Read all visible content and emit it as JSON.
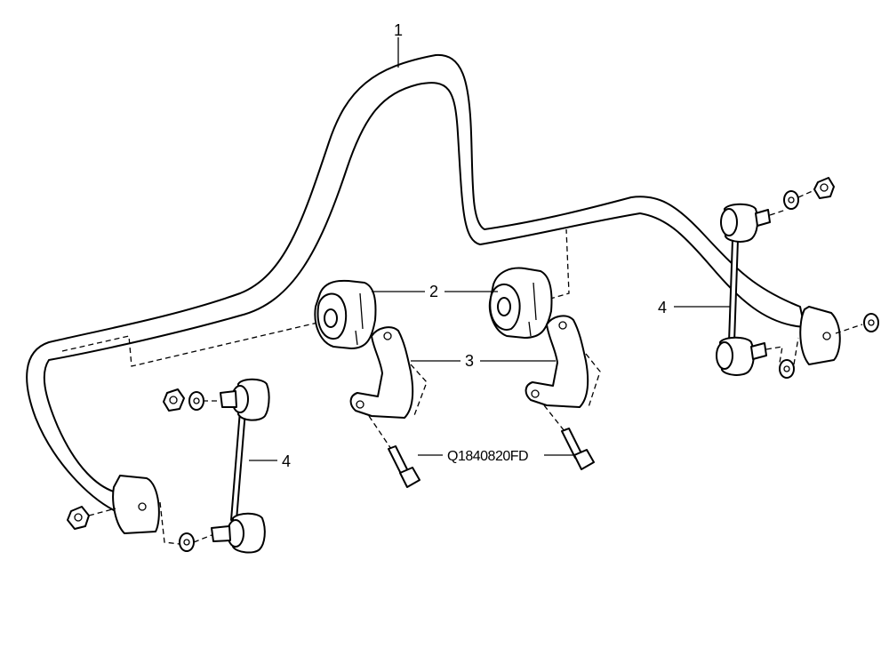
{
  "callouts": {
    "bar": "1",
    "bushing": "2",
    "bracket": "3",
    "link_right": "4",
    "link_left": "4"
  },
  "bolt_part_number": "Q1840820FD"
}
